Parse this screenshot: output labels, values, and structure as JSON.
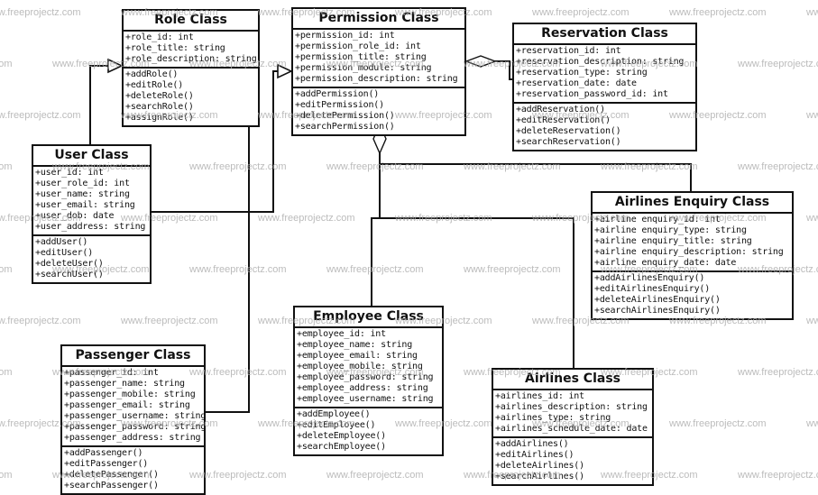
{
  "watermark": {
    "text": "www.freeprojectz.com",
    "color": "#ababab"
  },
  "diagram_type": "uml-class-diagram",
  "classes": [
    {
      "id": "role",
      "title": "Role Class",
      "attributes": [
        "+role_id: int",
        "+role_title: string",
        "+role_description: string"
      ],
      "methods": [
        "+addRole()",
        "+editRole()",
        "+deleteRole()",
        "+searchRole()",
        "+assignRole()"
      ]
    },
    {
      "id": "permission",
      "title": "Permission Class",
      "attributes": [
        "+permission_id: int",
        "+permission_role_id: int",
        "+permission_title: string",
        "+permission_module: string",
        "+permission_description: string"
      ],
      "methods": [
        "+addPermission()",
        "+editPermission()",
        "+deletePermission()",
        "+searchPermission()"
      ]
    },
    {
      "id": "reservation",
      "title": "Reservation Class",
      "attributes": [
        "+reservation_id: int",
        "+reservation_description: string",
        "+reservation_type: string",
        "+reservation_date: date",
        "+reservation_password_id: int"
      ],
      "methods": [
        "+addReservation()",
        "+editReservation()",
        "+deleteReservation()",
        "+searchReservation()"
      ]
    },
    {
      "id": "user",
      "title": "User Class",
      "attributes": [
        "+user_id: int",
        "+user_role_id: int",
        "+user_name: string",
        "+user_email: string",
        "+user_dob: date",
        "+user_address: string"
      ],
      "methods": [
        "+addUser()",
        "+editUser()",
        "+deleteUser()",
        "+searchUser()"
      ]
    },
    {
      "id": "airlines-enquiry",
      "title": "Airlines Enquiry Class",
      "attributes": [
        "+airline enquiry_id: int",
        "+airline enquiry_type: string",
        "+airline enquiry_title: string",
        "+airline enquiry_description: string",
        "+airline enquiry_date: date"
      ],
      "methods": [
        "+addAirlinesEnquiry()",
        "+editAirlinesEnquiry()",
        "+deleteAirlinesEnquiry()",
        "+searchAirlinesEnquiry()"
      ]
    },
    {
      "id": "employee",
      "title": "Employee Class",
      "attributes": [
        "+employee_id: int",
        "+employee_name: string",
        "+employee_email: string",
        "+employee_mobile: string",
        "+employee_password: string",
        "+employee_address: string",
        "+employee_username: string"
      ],
      "methods": [
        "+addEmployee()",
        "+editEmployee()",
        "+deleteEmployee()",
        "+searchEmployee()"
      ]
    },
    {
      "id": "passenger",
      "title": "Passenger Class",
      "attributes": [
        "+passenger_id: int",
        "+passenger_name: string",
        "+passenger_mobile: string",
        "+passenger_email: string",
        "+passenger_username: string",
        "+passenger_password: string",
        "+passenger_address: string"
      ],
      "methods": [
        "+addPassenger()",
        "+editPassenger()",
        "+deletePassenger()",
        "+searchPassenger()"
      ]
    },
    {
      "id": "airlines",
      "title": "Airlines Class",
      "attributes": [
        "+airlines_id: int",
        "+airlines_description: string",
        "+airlines_type: string",
        "+airlines_schedule_date: date"
      ],
      "methods": [
        "+addAirlines()",
        "+editAirlines()",
        "+deleteAirlines()",
        "+searchAirlines()"
      ]
    }
  ],
  "relationships": [
    {
      "from": "User Class",
      "to": "Role Class",
      "type": "generalization"
    },
    {
      "from": "User Class",
      "to": "Permission Class",
      "type": "generalization"
    },
    {
      "from": "Role Class",
      "to": "Passenger Class",
      "type": "association"
    },
    {
      "from": "Permission Class",
      "to": "Reservation Class",
      "type": "aggregation"
    },
    {
      "from": "Permission Class",
      "to": "Employee Class",
      "type": "aggregation"
    },
    {
      "from": "Permission Class",
      "to": "Airlines Class",
      "type": "aggregation"
    },
    {
      "from": "Permission Class",
      "to": "Airlines Enquiry Class",
      "type": "aggregation"
    }
  ]
}
